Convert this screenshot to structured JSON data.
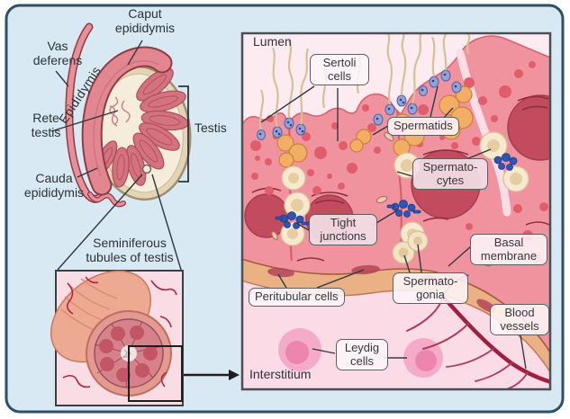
{
  "palette": {
    "canvas_bg": "#ffffff",
    "frame_fill": "#d9e9f4",
    "frame_border": "#2e4f66",
    "panel_fill": "#fbdce6",
    "lumen_fill": "#fcecf2",
    "label_border": "#5c6066",
    "label_text": "#33383e",
    "sertoli_pink": "#f0939e",
    "nucleus_red": "#c24b5e",
    "spermatid_orange": "#f2ae64",
    "spermatid_blue": "#93a2d8",
    "spermatocyte_cream": "#f6e9cf",
    "junction_blue": "#2e55b4",
    "membrane_tan": "#e9b184",
    "leydig_pink": "#f5abc7",
    "vessel_red": "#9e1f42"
  },
  "overview": {
    "caput_epididymis": "Caput epididymis",
    "vas_deferens": "Vas deferens",
    "epididymis": "Epididymis",
    "rete_testis": "Rete testis",
    "testis": "Testis",
    "cauda_epididymis": "Cauda epididymis",
    "seminiferous_tubules": "Seminiferous tubules of testis"
  },
  "detail": {
    "lumen": "Lumen",
    "sertoli_cells": "Sertoli cells",
    "spermatids": "Spermatids",
    "spermatocytes": "Spermato-cytes",
    "tight_junctions": "Tight junctions",
    "basal_membrane": "Basal membrane",
    "peritubular_cells": "Peritubular cells",
    "spermatogonia": "Spermato-gonia",
    "blood_vessels": "Blood vessels",
    "leydig_cells": "Leydig cells",
    "interstitium": "Interstitium"
  }
}
